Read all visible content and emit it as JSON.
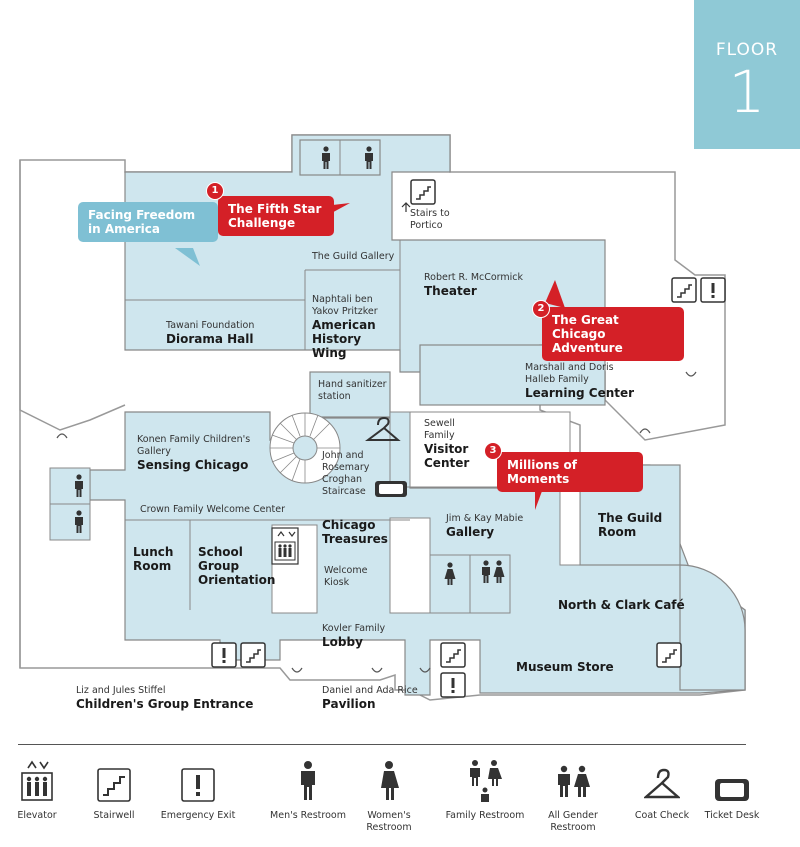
{
  "floor": {
    "label": "FLOOR",
    "number": "1"
  },
  "callouts": [
    {
      "num": "1",
      "text": "The Fifth Star Challenge"
    },
    {
      "num": "2",
      "text": "The Great Chicago Adventure"
    },
    {
      "num": "3",
      "text": "Millions of Moments"
    }
  ],
  "facing_freedom": "Facing Freedom in America",
  "rooms": {
    "stairs_portico": "Stairs to Portico",
    "guild_gallery": "The Guild Gallery",
    "theater_sub": "Robert R. McCormick",
    "theater": "Theater",
    "diorama_sub": "Tawani Foundation",
    "diorama": "Diorama Hall",
    "history_sub": "Naphtali ben Yakov Pritzker",
    "history": "American History Wing",
    "learning_sub": "Marshall and Doris Halleb Family",
    "learning": "Learning Center",
    "sanitizer": "Hand sanitizer station",
    "sensing_sub": "Konen Family Children's Gallery",
    "sensing": "Sensing Chicago",
    "staircase": "John and Rosemary Croghan Staircase",
    "visitor_sub": "Sewell Family",
    "visitor": "Visitor Center",
    "welcome_center": "Crown Family Welcome Center",
    "lunch": "Lunch Room",
    "school": "School Group Orientation",
    "treasures": "Chicago Treasures",
    "kiosk": "Welcome Kiosk",
    "gallery_sub": "Jim & Kay Mabie",
    "gallery": "Gallery",
    "guild_room": "The Guild Room",
    "cafe": "North & Clark Café",
    "lobby_sub": "Kovler Family",
    "lobby": "Lobby",
    "store": "Museum Store",
    "childrens_sub": "Liz and Jules Stiffel",
    "childrens": "Children's Group Entrance",
    "pavilion_sub": "Daniel and Ada Rice",
    "pavilion": "Pavilion"
  },
  "legend": [
    {
      "icon": "elevator-icon",
      "label": "Elevator"
    },
    {
      "icon": "stairwell-icon",
      "label": "Stairwell"
    },
    {
      "icon": "emergency-exit-icon",
      "label": "Emergency Exit"
    },
    {
      "icon": "mens-restroom-icon",
      "label": "Men's Restroom"
    },
    {
      "icon": "womens-restroom-icon",
      "label": "Women's Restroom"
    },
    {
      "icon": "family-restroom-icon",
      "label": "Family Restroom"
    },
    {
      "icon": "all-gender-restroom-icon",
      "label": "All Gender Restroom"
    },
    {
      "icon": "coat-check-icon",
      "label": "Coat Check"
    },
    {
      "icon": "ticket-desk-icon",
      "label": "Ticket Desk"
    }
  ],
  "colors": {
    "room_fill": "#cfe6ee",
    "outline": "#888888",
    "accent_red": "#d42027",
    "accent_blue": "#8fc9d6"
  }
}
